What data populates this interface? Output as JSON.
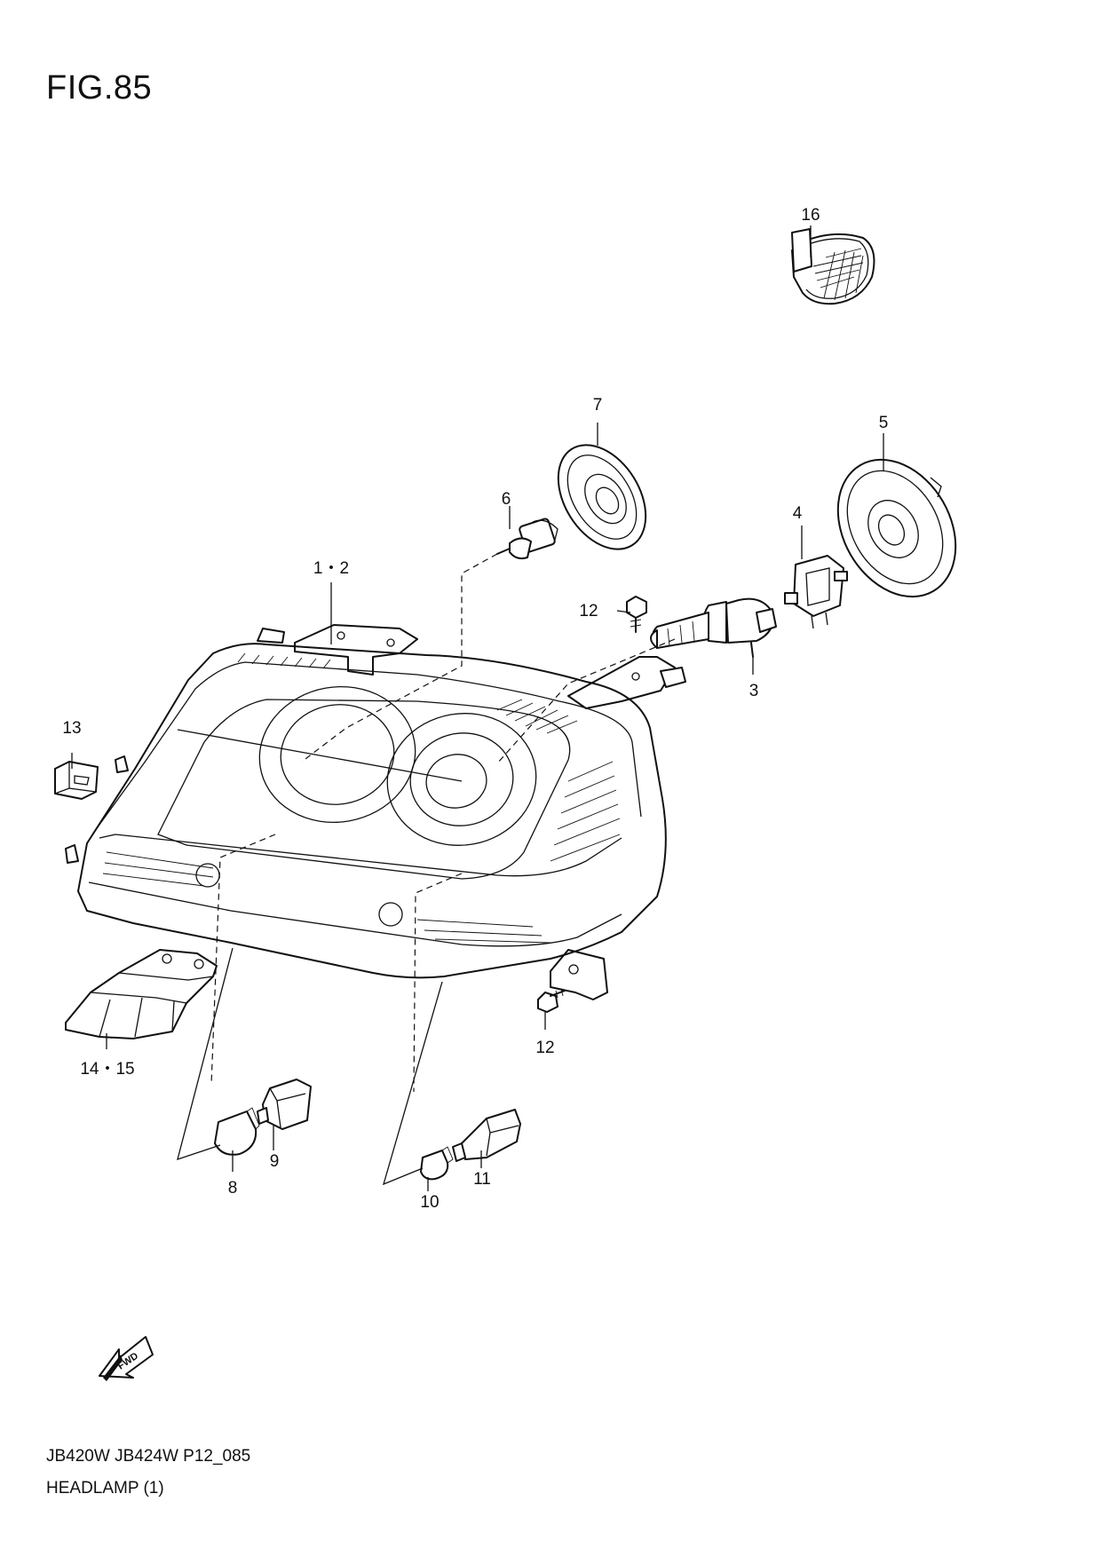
{
  "figure": {
    "title": "FIG.85",
    "model_code": "JB420W JB424W P12_085",
    "section_name": "HEADLAMP (1)"
  },
  "fwd_arrow": {
    "label": "FWD",
    "icon": "fwd-arrow-icon"
  },
  "callouts": {
    "c1_2": "1・2",
    "c3": "3",
    "c4": "4",
    "c5": "5",
    "c6": "6",
    "c7": "7",
    "c8": "8",
    "c9": "9",
    "c10": "10",
    "c11": "11",
    "c12_upper": "12",
    "c12_lower": "12",
    "c13": "13",
    "c14_15": "14・15",
    "c16": "16"
  }
}
